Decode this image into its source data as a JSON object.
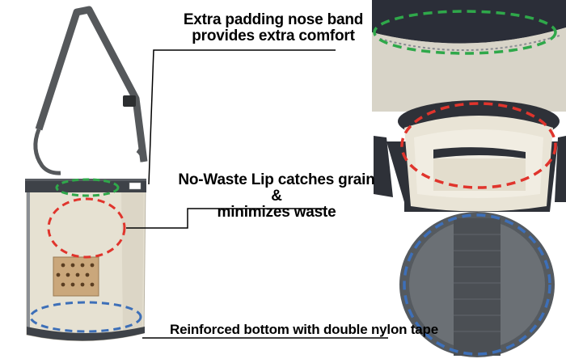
{
  "image": {
    "type": "product-feature-infographic",
    "product": "canvas feed bag"
  },
  "callouts": [
    {
      "id": "nose-band",
      "line1": "Extra padding nose band",
      "line2": "provides extra comfort"
    },
    {
      "id": "no-waste-lip",
      "line1": "No-Waste Lip catches grain &",
      "line2": "minimizes waste"
    },
    {
      "id": "bottom",
      "line1": "Reinforced bottom with double nylon tape"
    }
  ],
  "colors": {
    "canvas": "#e8e3d6",
    "trim": "#3d4147",
    "strap": "#5a5d60",
    "leather": "#c8a57b",
    "green_outline": "#2fa84a",
    "red_outline": "#e0342c",
    "blue_outline": "#3d6fb8"
  }
}
